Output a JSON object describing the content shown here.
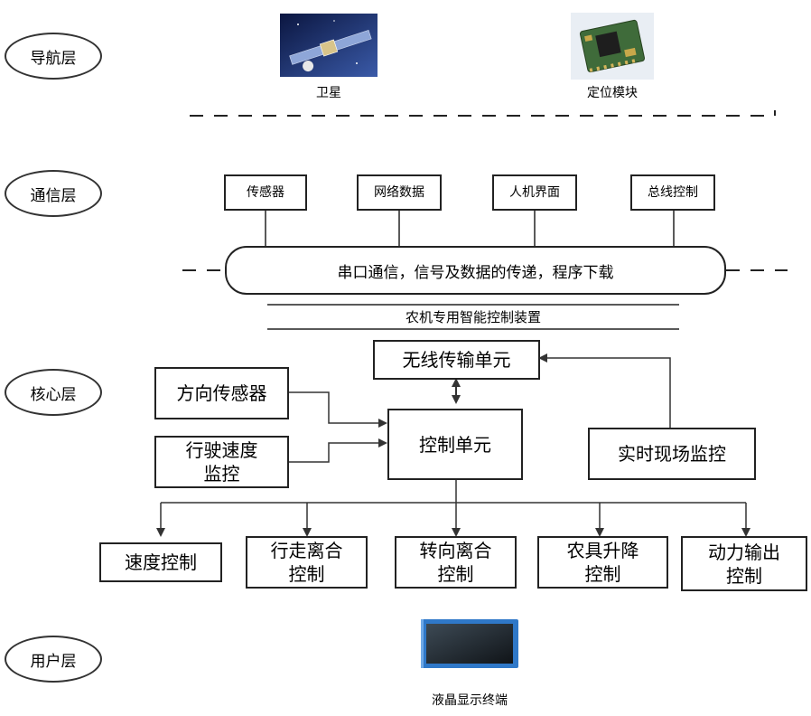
{
  "layers": {
    "navigation": "导航层",
    "communication": "通信层",
    "core": "核心层",
    "user": "用户层"
  },
  "navigation": {
    "satellite": "卫星",
    "positioning_module": "定位模块"
  },
  "communication": {
    "items": [
      "传感器",
      "网络数据",
      "人机界面",
      "总线控制"
    ],
    "bus": "串口通信，信号及数据的传递，程序下载",
    "device": "农机专用智能控制装置"
  },
  "core": {
    "wireless": "无线传输单元",
    "direction_sensor": "方向传感器",
    "speed_monitor": [
      "行驶速度",
      "监控"
    ],
    "control_unit": "控制单元",
    "site_monitor": "实时现场监控",
    "outputs": [
      [
        "速度控制"
      ],
      [
        "行走离合",
        "控制"
      ],
      [
        "转向离合",
        "控制"
      ],
      [
        "农具升降",
        "控制"
      ],
      [
        "动力输出",
        "控制"
      ]
    ]
  },
  "user": {
    "lcd": "液晶显示终端"
  }
}
